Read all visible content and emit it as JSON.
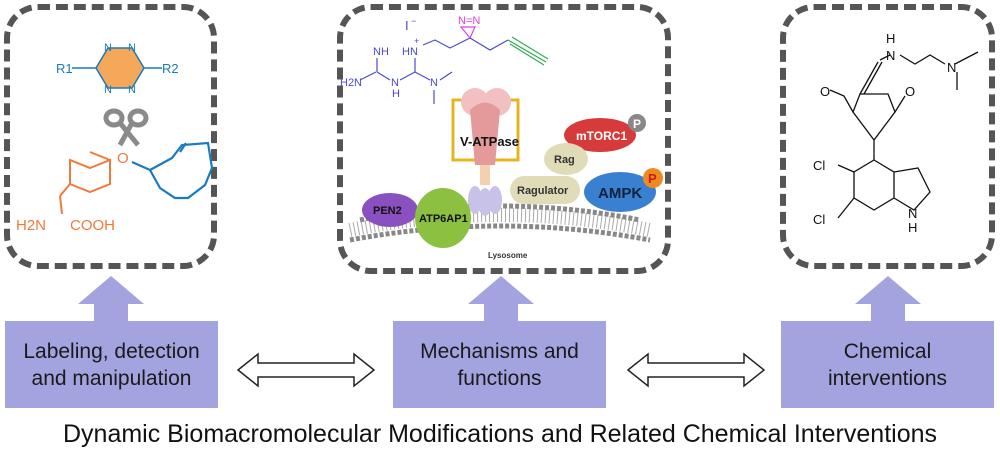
{
  "title": "Dynamic Biomacromolecular Modifications and Related Chemical Interventions",
  "colors": {
    "box_fill": "#a3a3e0",
    "dashed_border": "#555555",
    "chem_blue": "#1a7abf",
    "chem_orange": "#f07a3c",
    "tetrazine_fill": "#f6a85a",
    "probe_blue": "#4a4ad8",
    "diazirine_magenta": "#e040e0",
    "alkyne_green": "#33aa55"
  },
  "panels": {
    "left": {
      "chemistry": {
        "tetrazine_atoms": [
          "N",
          "N",
          "N",
          "N"
        ],
        "substituents": [
          "R1",
          "R2"
        ],
        "tyrosine_labels": [
          "O",
          "H2N",
          "COOH"
        ],
        "tool_icon": "scissors"
      },
      "box_label_line1": "Labeling, detection",
      "box_label_line2": "and manipulation"
    },
    "center": {
      "probe": {
        "counterion": "I",
        "labels": [
          "NH",
          "HN",
          "H2N",
          "N",
          "H",
          "N"
        ],
        "diazirine": "N=N"
      },
      "proteins": {
        "v_atpase": "V-ATPase",
        "mtorc1": "mTORC1",
        "rag": "Rag",
        "ragulator": "Ragulator",
        "ampk": "AMPK",
        "pen2": "PEN2",
        "atp6ap1": "ATP6AP1",
        "phospho": "P"
      },
      "organelle": "Lysosome",
      "box_label_line1": "Mechanisms and",
      "box_label_line2": "functions"
    },
    "right": {
      "chemistry": {
        "labels": [
          "H",
          "N",
          "N",
          "O",
          "O",
          "Cl",
          "Cl",
          "N",
          "H"
        ]
      },
      "box_label_line1": "Chemical",
      "box_label_line2": "interventions"
    }
  },
  "connectors": [
    "double-arrow",
    "double-arrow"
  ]
}
